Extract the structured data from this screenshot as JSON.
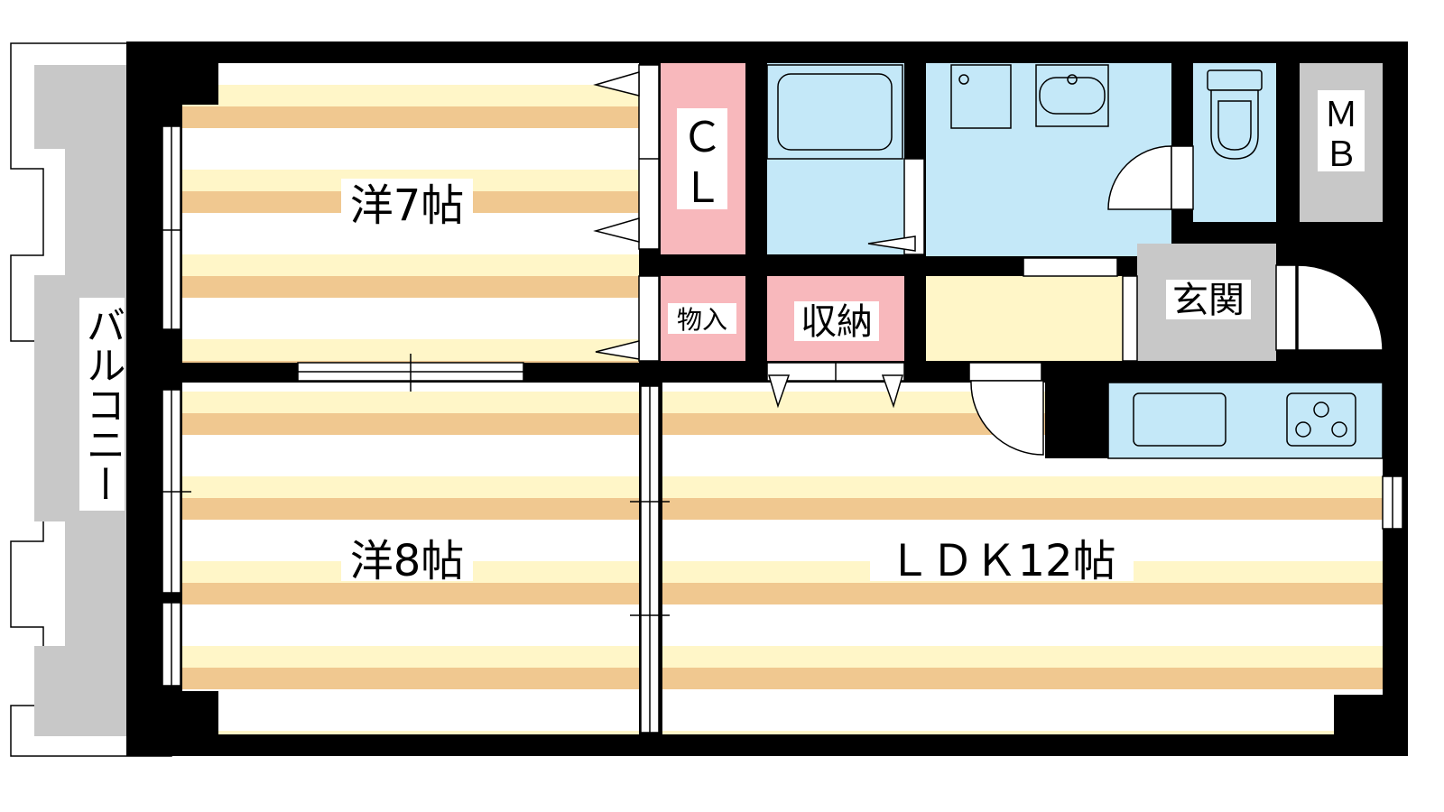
{
  "rooms": {
    "western_7": "洋7帖",
    "western_8": "洋8帖",
    "ldk": "ＬＤＫ12帖",
    "closet": "ＣＬ",
    "closet_line1": "Ｃ",
    "closet_line2": "Ｌ",
    "storage_small": "物入",
    "storage": "収納",
    "entrance": "玄関",
    "meter_box": "ＭＢ",
    "meter_box_line1": "Ｍ",
    "meter_box_line2": "Ｂ",
    "balcony": "バルコニー"
  },
  "colors": {
    "wall": "#000000",
    "floor_stripe_dark": "#f0c890",
    "floor_stripe_light": "#fff6c8",
    "wet_area": "#c4e8f8",
    "storage": "#f8b8bc",
    "balcony": "#c8c8c8",
    "entrance": "#c8c8c8",
    "hall": "#fff6c8"
  }
}
